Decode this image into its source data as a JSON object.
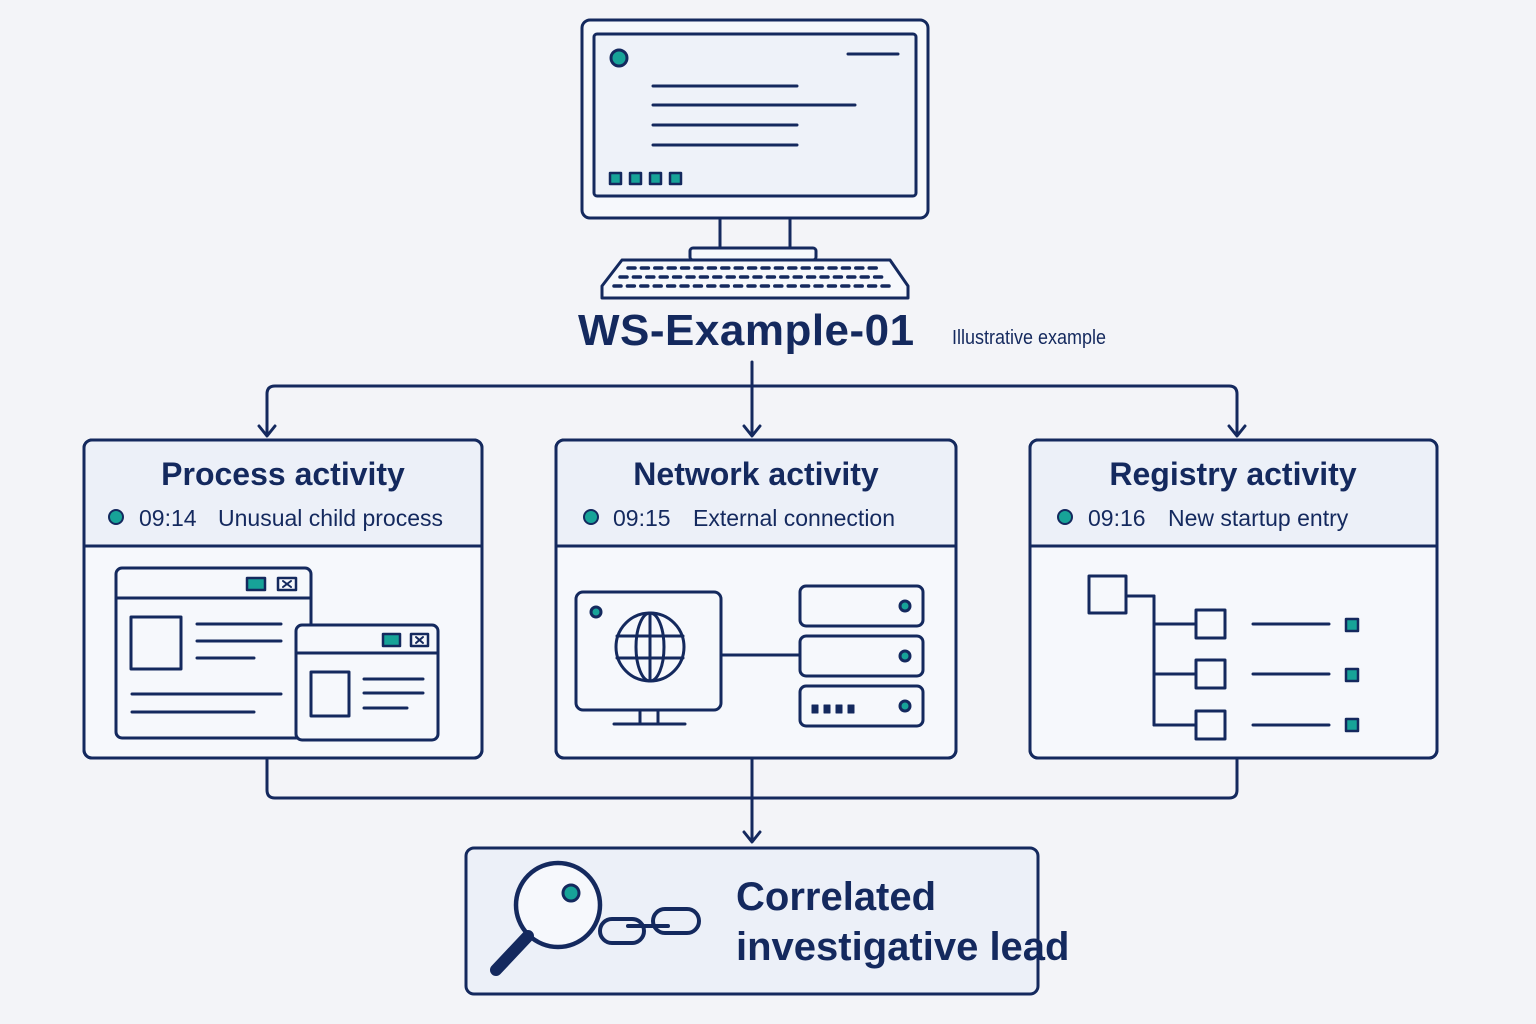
{
  "host": {
    "name": "WS-Example-01",
    "note": "Illustrative example"
  },
  "cards": [
    {
      "title": "Process activity",
      "time": "09:14",
      "event": "Unusual child process"
    },
    {
      "title": "Network activity",
      "time": "09:15",
      "event": "External connection"
    },
    {
      "title": "Registry activity",
      "time": "09:16",
      "event": "New startup entry"
    }
  ],
  "result": {
    "line1": "Correlated",
    "line2": "investigative lead"
  },
  "colors": {
    "stroke": "#14295e",
    "accent": "#17a398",
    "panel": "#ecf0f8",
    "background": "#f3f4f8"
  },
  "icons": [
    "monitor-icon",
    "keyboard-icon",
    "windows-icon",
    "globe-monitor-icon",
    "server-icon",
    "registry-tree-icon",
    "magnifier-icon",
    "chain-link-icon"
  ]
}
